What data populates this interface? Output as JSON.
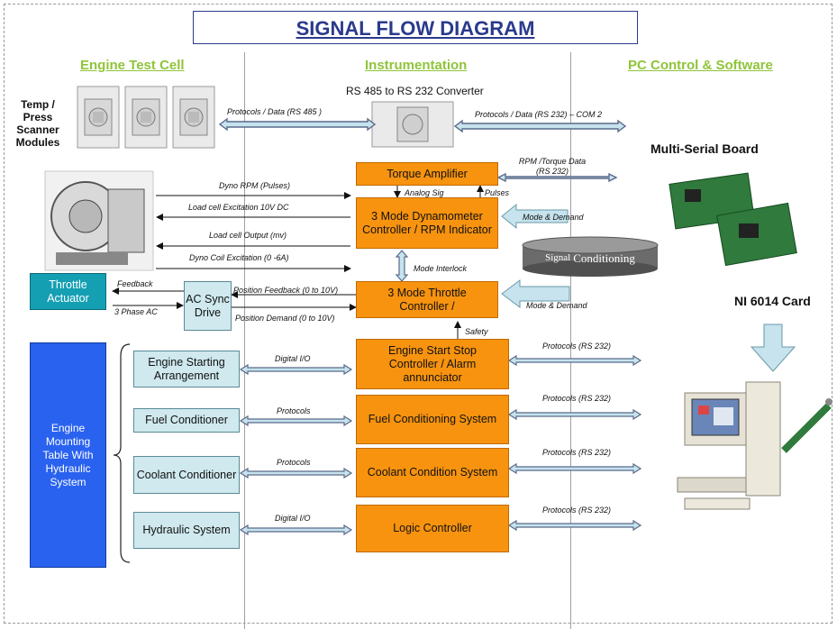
{
  "title": "SIGNAL FLOW DIAGRAM",
  "columns": {
    "engine_test_cell": "Engine Test Cell",
    "instrumentation": "Instrumentation",
    "pc_control": "PC Control & Software"
  },
  "labels": {
    "temp_press": "Temp / Press Scanner Modules",
    "rs485_converter": "RS 485 to RS 232 Converter",
    "multi_serial": "Multi-Serial Board",
    "ni6014": "NI 6014 Card"
  },
  "boxes": {
    "torque_amplifier": "Torque Amplifier",
    "dyn_controller": "3 Mode Dynamometer Controller / RPM Indicator",
    "signal_conditioning_prefix": "Signal",
    "signal_conditioning_suffix": "Conditioning",
    "throttle_actuator": "Throttle Actuator",
    "ac_sync_drive": "AC Sync Drive",
    "throttle_controller": "3 Mode Throttle Controller /",
    "engine_mounting": "Engine Mounting Table With Hydraulic System",
    "engine_starting": "Engine Starting Arrangement",
    "fuel_conditioner": "Fuel Conditioner",
    "coolant_conditioner": "Coolant Conditioner",
    "hydraulic_system": "Hydraulic System",
    "start_stop": "Engine Start Stop Controller / Alarm annunciator",
    "fuel_system": "Fuel Conditioning System",
    "coolant_system": "Coolant Condition System",
    "logic_controller": "Logic Controller"
  },
  "edges": {
    "protocols_rs485": "Protocols / Data (RS 485 )",
    "protocols_rs232_com2": "Protocols / Data (RS 232) – COM 2",
    "rpm_torque": "RPM /Torque Data (RS 232)",
    "dyno_rpm": "Dyno RPM (Pulses)",
    "load_cell_exc": "Load cell Excitation 10V DC",
    "load_cell_out": "Load cell Output (mv)",
    "dyno_coil": "Dyno Coil Excitation (0 -6A)",
    "analog_sig": "Analog Sig",
    "pulses": "Pulses",
    "mode_demand_1": "Mode & Demand",
    "mode_interlock": "Mode Interlock",
    "feedback": "Feedback",
    "three_phase": "3 Phase AC",
    "pos_feedback": "Position Feedback (0 to 10V)",
    "pos_demand": "Position Demand  (0 to 10V)",
    "mode_demand_2": "Mode & Demand",
    "safety": "Safety",
    "digital_io_1": "Digital I/O",
    "protocols_1": "Protocols",
    "protocols_2": "Protocols",
    "digital_io_2": "Digital I/O",
    "protocols_rs232_1": "Protocols (RS 232)",
    "protocols_rs232_2": "Protocols (RS 232)",
    "protocols_rs232_3": "Protocols (RS 232)",
    "protocols_rs232_4": "Protocols (RS 232)"
  },
  "colors": {
    "title": "#2a3a8c",
    "column_heading": "#8fc43a",
    "controller_box": "#f7930f",
    "peripheral_box": "#cfe9ee",
    "mounting_table": "#2a62f0",
    "big_arrow": "#c6e3ee"
  }
}
